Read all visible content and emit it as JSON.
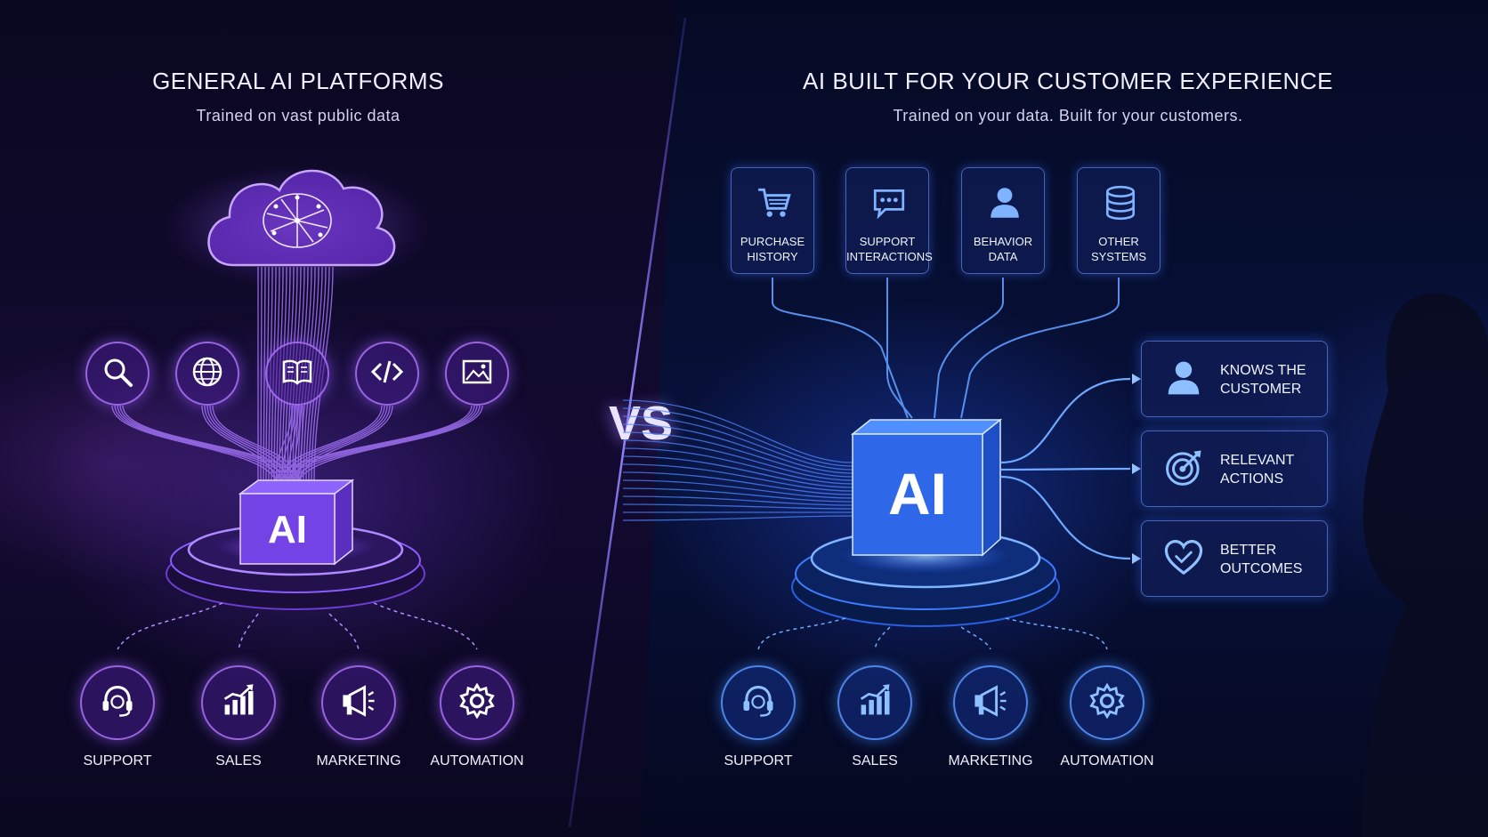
{
  "left": {
    "title": "GENERAL AI PLATFORMS",
    "subtitle": "Trained on vast public data",
    "core_label": "AI",
    "source_icons": [
      "search-icon",
      "globe-icon",
      "book-icon",
      "code-icon",
      "image-icon"
    ],
    "outputs": [
      {
        "label": "SUPPORT",
        "icon": "headset-icon"
      },
      {
        "label": "SALES",
        "icon": "chart-icon"
      },
      {
        "label": "MARKETING",
        "icon": "megaphone-icon"
      },
      {
        "label": "AUTOMATION",
        "icon": "gear-icon"
      }
    ],
    "accent": "#9b5cff"
  },
  "vs_label": "VS",
  "right": {
    "title": "AI BUILT FOR YOUR CUSTOMER EXPERIENCE",
    "subtitle": "Trained on your data. Built for your customers.",
    "core_label": "AI",
    "sources": [
      {
        "line1": "PURCHASE",
        "line2": "HISTORY",
        "icon": "cart-icon"
      },
      {
        "line1": "SUPPORT",
        "line2": "INTERACTIONS",
        "icon": "chat-icon"
      },
      {
        "line1": "BEHAVIOR",
        "line2": "DATA",
        "icon": "person-icon"
      },
      {
        "line1": "OTHER",
        "line2": "SYSTEMS",
        "icon": "database-icon"
      }
    ],
    "benefits": [
      {
        "line1": "KNOWS THE",
        "line2": "CUSTOMER",
        "icon": "person-icon"
      },
      {
        "line1": "RELEVANT",
        "line2": "ACTIONS",
        "icon": "target-icon"
      },
      {
        "line1": "BETTER",
        "line2": "OUTCOMES",
        "icon": "heart-icon"
      }
    ],
    "outputs": [
      {
        "label": "SUPPORT",
        "icon": "headset-icon"
      },
      {
        "label": "SALES",
        "icon": "chart-icon"
      },
      {
        "label": "MARKETING",
        "icon": "megaphone-icon"
      },
      {
        "label": "AUTOMATION",
        "icon": "gear-icon"
      }
    ],
    "accent": "#3d7bff"
  }
}
